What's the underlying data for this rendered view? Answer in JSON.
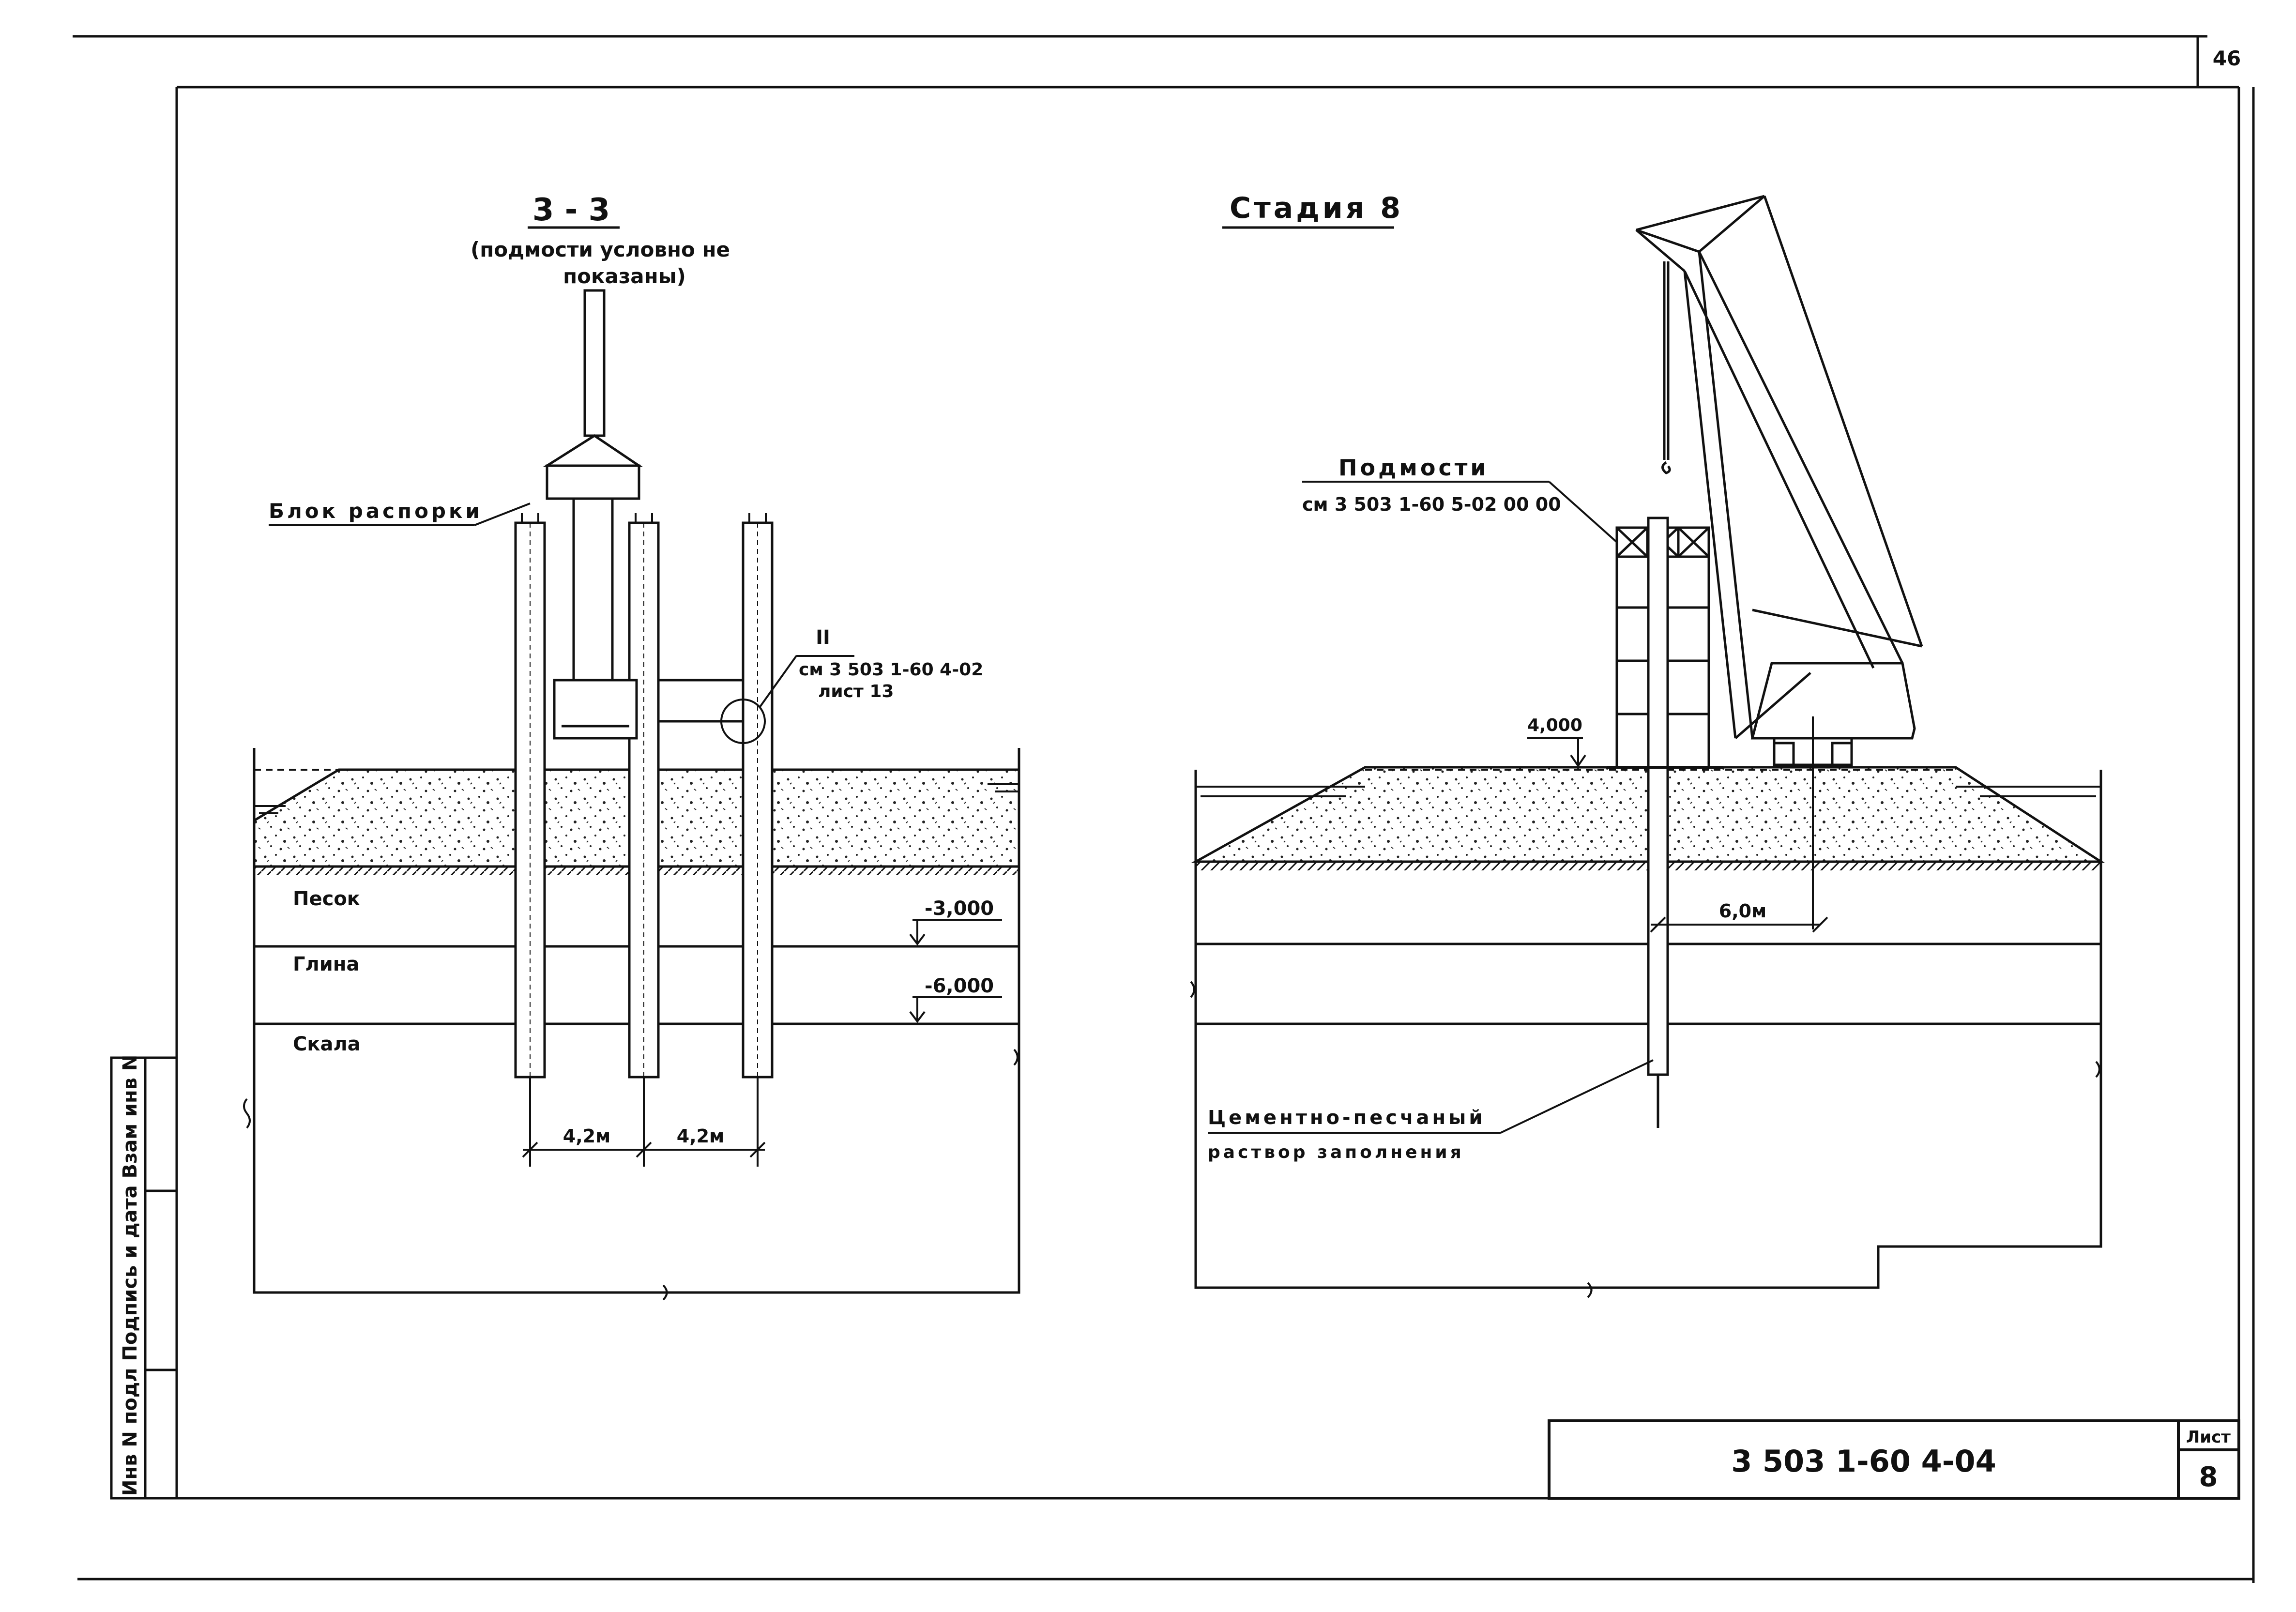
{
  "sheet": {
    "page_number": "46",
    "stamp_code": "3 503 1-60 4-04",
    "stamp_sheet_label": "Лист",
    "stamp_sheet_value": "8",
    "side_strip_text": "Инв N подл   Подпись и дата   Взам инв N"
  },
  "left_view": {
    "title": "3 - 3",
    "subtitle_line1": "(подмости условно не",
    "subtitle_line2": "показаны)",
    "callout_block": "Блок распорки",
    "node_mark": "II",
    "node_ref_line1": "см 3 503 1-60 4-02",
    "node_ref_line2": "лист 13",
    "layer_sand": "Песок",
    "layer_clay": "Глина",
    "layer_rock": "Скала",
    "level_1": "-3,000",
    "level_2": "-6,000",
    "spacing_1": "4,2м",
    "spacing_2": "4,2м"
  },
  "right_view": {
    "title": "Стадия 8",
    "callout_scaffold": "Подмости",
    "callout_scaffold_ref": "см 3 503 1-60 5-02 00 00",
    "level_top": "4,000",
    "reach": "6,0м",
    "callout_grout_line1": "Цементно-песчаный",
    "callout_grout_line2": "раствор заполнения"
  },
  "colors": {
    "ink": "#111111",
    "paper": "#ffffff"
  }
}
